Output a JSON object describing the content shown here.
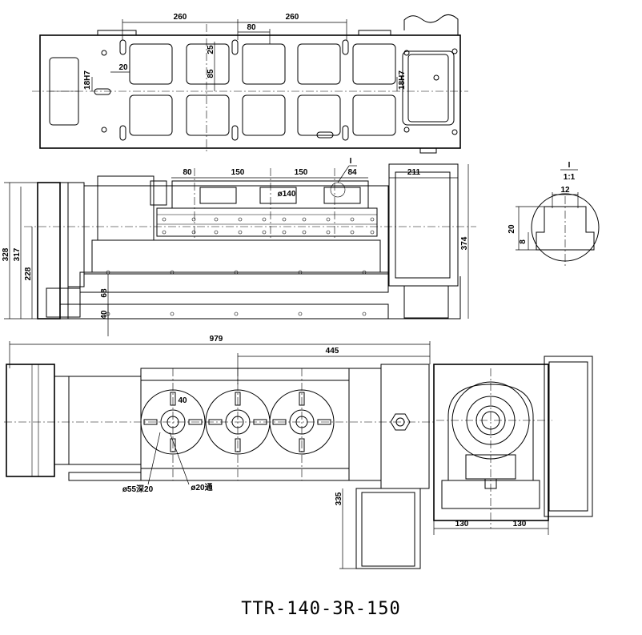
{
  "title": "TTR-140-3R-150",
  "top_view": {
    "dims": [
      "260",
      "80",
      "260",
      "20",
      "25",
      "85",
      "18H7",
      "18H7"
    ]
  },
  "front_view": {
    "dims": [
      "80",
      "150",
      "150",
      "84",
      "211",
      "ø140",
      "328",
      "317",
      "228",
      "68",
      "40",
      "374",
      "I"
    ]
  },
  "detail": {
    "label": "I",
    "scale": "1:1",
    "dims": [
      "12",
      "20",
      "8"
    ]
  },
  "bottom_view": {
    "dims": [
      "979",
      "445",
      "40",
      "ø55深20",
      "ø20通",
      "335"
    ]
  },
  "side_view": {
    "dims": [
      "130",
      "130"
    ]
  }
}
